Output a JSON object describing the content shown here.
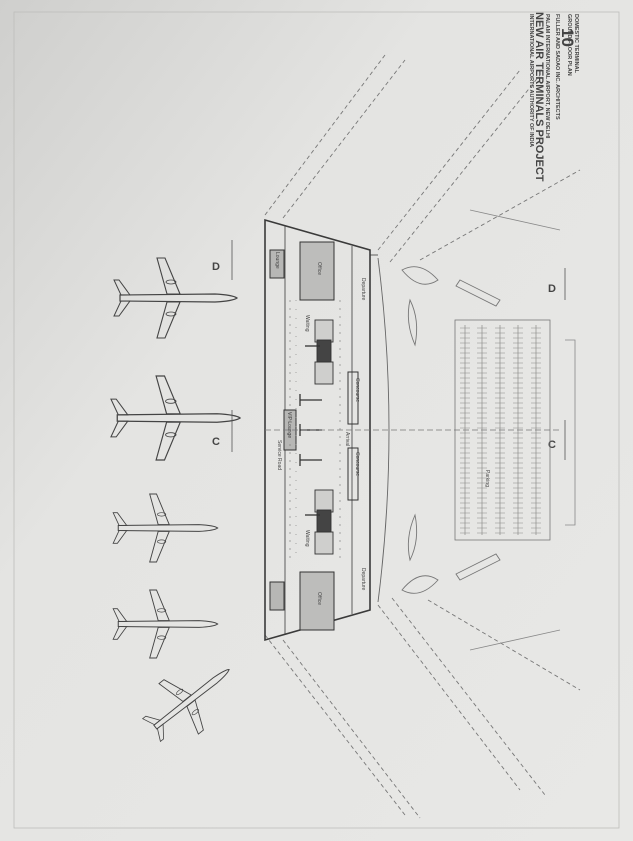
{
  "sheet": {
    "background": "#e6e6e4",
    "ink": "#3a3a3a",
    "title_block": {
      "line1": "INTERNATIONAL AIRPORTS AUTHORITY OF INDIA",
      "line2": "NEW AIR TERMINALS PROJECT",
      "line3": "PALAM INTERNATIONAL AIRPORT, NEW DELHI",
      "line4": "FULLER AND SADAO INC. ARCHITECTS",
      "line5": "GROUND FLOOR PLAN",
      "line6": "DOMESTIC TERMINAL",
      "sheet_number": "10"
    },
    "section_marks": [
      "D",
      "C",
      "C",
      "D"
    ],
    "labels": {
      "service_road": "Service Road",
      "office_1": "Office",
      "office_2": "Office",
      "departure_1": "Departure",
      "departure_2": "Departure",
      "arrival": "Arrival",
      "concourse_1": "Concourse",
      "concourse_2": "Concourse",
      "waiting_1": "Waiting",
      "waiting_2": "Waiting",
      "parking": "Parking",
      "lounge": "Lounge",
      "vip": "VIP Lounge"
    },
    "aircraft": [
      "plane-1",
      "plane-2",
      "plane-3",
      "plane-4",
      "plane-5"
    ]
  }
}
